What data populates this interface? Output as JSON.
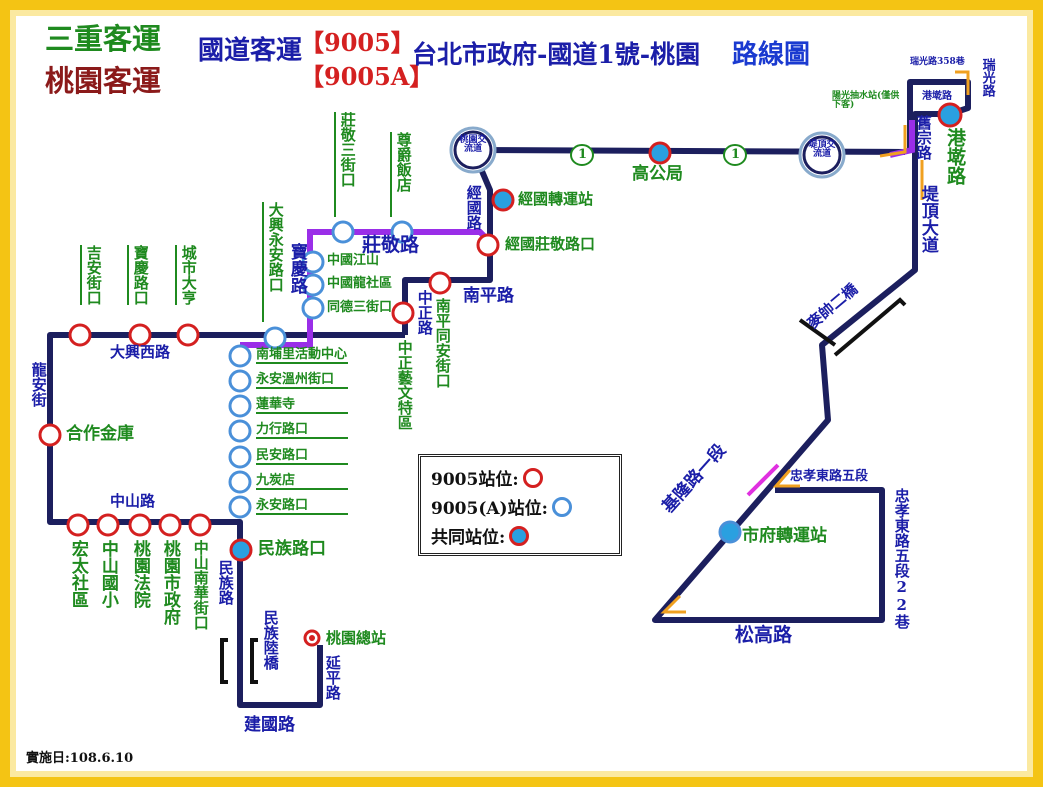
{
  "title": {
    "company1": "三重客運",
    "company2": "桃園客運",
    "prefix": "國道客運",
    "route1": "【9005】",
    "route2": "【9005A】",
    "path": "台北市政府-國道1號-桃園",
    "suffix": "路線圖"
  },
  "interchanges": {
    "taoyuan": "桃園交流道",
    "diding": "堤頂交流道"
  },
  "highway_shield": "1",
  "stops": {
    "jingguo_terminal": "經國轉運站",
    "jingguo_zhuangjing": "經國莊敬路口",
    "gonggongju": "高公局",
    "ganggun": "港墘路",
    "pumping": "陽光抽水站(僅供下客)",
    "zhuangjing3": "莊敬三街口",
    "zunjue": "尊爵飯店",
    "daxing_yongan": "大興永安路口",
    "jian": "吉安街口",
    "baoqing": "寶慶路口",
    "chengshi": "城市大亨",
    "jiangshan": "中國江山",
    "longshequ": "中國龍社區",
    "tongde3": "同德三街口",
    "nanpu": "南埔里活動中心",
    "wenzhou": "永安溫州街口",
    "lianhua": "蓮華寺",
    "lixing": "力行路口",
    "minan": "民安路口",
    "jiutan": "九炭店",
    "yongan": "永安路口",
    "hezuo": "合作金庫",
    "hongtai": "宏太社區",
    "zhongshan_school": "中山國小",
    "court": "桃園法院",
    "cityhall": "桃園市政府",
    "huajie": "中山南華街口",
    "minzu": "民族路口",
    "terminal": "桃園總站",
    "nanping_tongan": "南平同安街口",
    "yiwen": "中正藝文特區",
    "city_hall_transfer": "市府轉運站"
  },
  "roads": {
    "daxing_w": "大興西路",
    "longan": "龍安街",
    "zhongshan": "中山路",
    "minzu_rd": "民族路",
    "minzu_bridge": "民族陸橋",
    "yanping": "延平路",
    "jianguo": "建國路",
    "baoqing_rd": "寶慶路",
    "zhuangjing_rd": "莊敬路",
    "zhongzheng": "中正路",
    "nanping": "南平路",
    "jingguo_rd": "經國路",
    "songgao": "松高路",
    "keelung": "基隆路一段",
    "zhongxiao5": "忠孝東路五段",
    "zhongxiao5_22": "忠孝東路五段22巷",
    "diding_ave": "堤頂大道",
    "jiuzong": "舊宗路",
    "ruiguang": "瑞光路",
    "ruiguang358": "瑞光路358巷",
    "ganggun_rd": "港墘路",
    "macarthur2": "麥帥二橋"
  },
  "legend": {
    "r9005": "9005站位:",
    "r9005a": "9005(A)站位:",
    "shared": "共同站位:"
  },
  "effective_date": "實施日:108.6.10",
  "colors": {
    "route": "#1c1f5e",
    "branch": "#9a2ee8",
    "stop_9005": "#d42020",
    "stop_9005a": "#4a90d9",
    "shared_fill": "#2aa0e0",
    "arrow": "#f0a020"
  }
}
